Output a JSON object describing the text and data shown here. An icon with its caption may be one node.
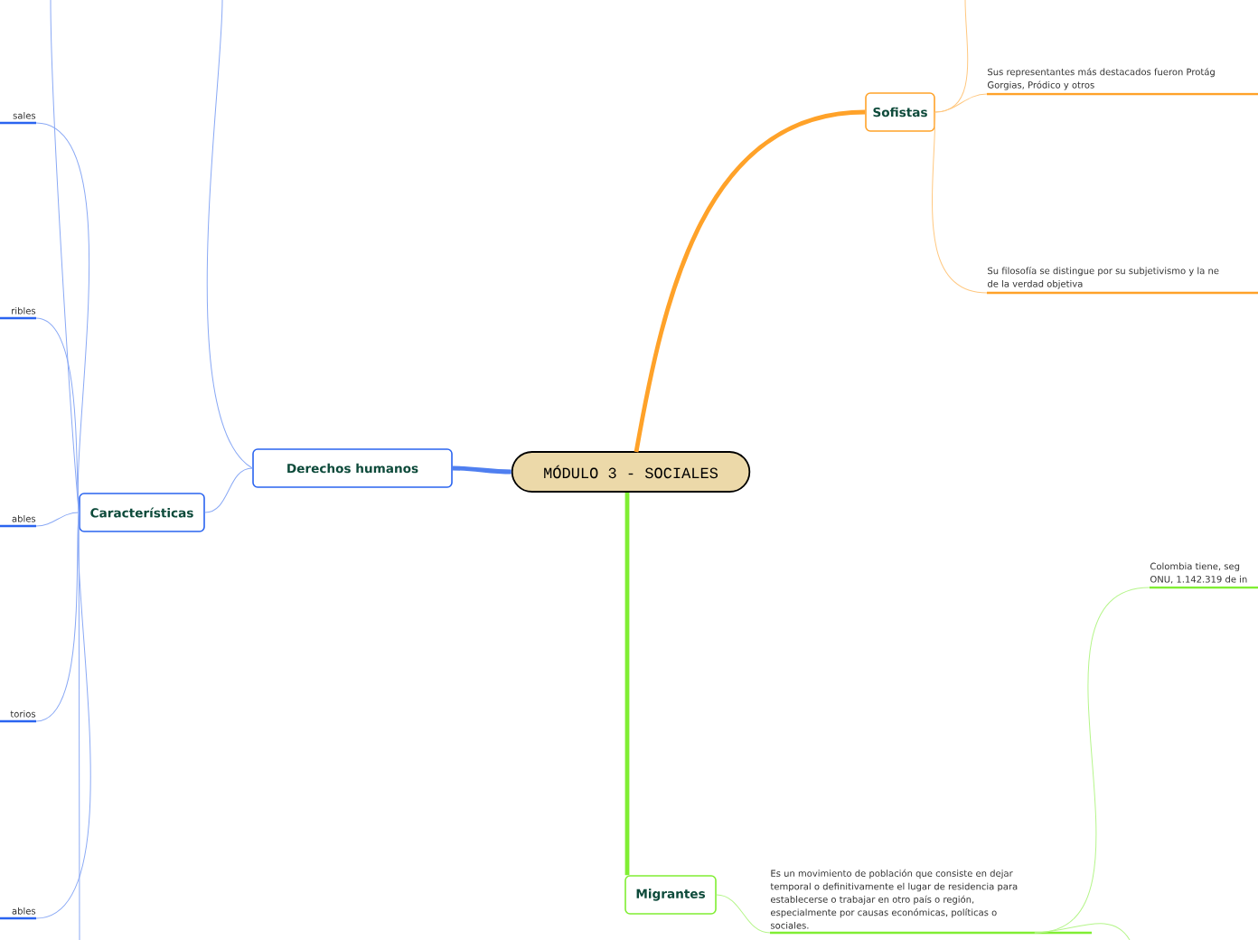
{
  "diagram": {
    "nodes": [
      {
        "text": [
          "MÓDULO 3 - SOCIALES"
        ]
      },
      {
        "text": [
          "Sofistas"
        ]
      },
      {
        "text": [
          "Sus representantes más destacados fueron Protág Gorgias, Pródico y otros"
        ]
      },
      {
        "text": [
          "Su filosofía se distingue por su subjetivismo y la ne de la verdad objetiva"
        ]
      },
      {
        "text": [
          "Derechos humanos"
        ]
      },
      {
        "text": [
          "Características"
        ]
      },
      {
        "text": [
          "sales"
        ]
      },
      {
        "text": [
          "ribles"
        ]
      },
      {
        "text": [
          "ables"
        ]
      },
      {
        "text": [
          "torios"
        ]
      },
      {
        "text": [
          "ables"
        ]
      },
      {
        "text": [
          "Migrantes"
        ]
      },
      {
        "text": [
          "Es un movimiento de población que consiste en dejar temporal o definitivamente el lugar de residencia para establecerse o trabajar en otro país o región, especialmente por causas económicas, políticas o sociales."
        ]
      },
      {
        "text": [
          "Colombia tiene, seg ONU, 1.142.319 de in"
        ]
      }
    ],
    "edges": [
      {
        "from": 0,
        "to": 1,
        "arrow": "none",
        "style": "thick",
        "color": "#ffa229"
      },
      {
        "from": 1,
        "to": null,
        "arrow": "none",
        "color": "#ffc880"
      },
      {
        "from": 1,
        "to": 2,
        "arrow": "none",
        "color": "#ffc880"
      },
      {
        "from": 1,
        "to": 3,
        "arrow": "none",
        "color": "#ffc880"
      },
      {
        "from": 0,
        "to": 4,
        "arrow": "none",
        "style": "thick",
        "color": "#4f7ff0"
      },
      {
        "from": 4,
        "to": null,
        "arrow": "none",
        "color": "#8aa9f5"
      },
      {
        "from": 4,
        "to": 5,
        "arrow": "none",
        "color": "#8aa9f5"
      },
      {
        "from": 5,
        "to": 6,
        "arrow": "none",
        "color": "#8aa9f5"
      },
      {
        "from": 5,
        "to": 7,
        "arrow": "none",
        "color": "#8aa9f5"
      },
      {
        "from": 5,
        "to": 8,
        "arrow": "none",
        "color": "#8aa9f5"
      },
      {
        "from": 5,
        "to": 9,
        "arrow": "none",
        "color": "#8aa9f5"
      },
      {
        "from": 5,
        "to": 10,
        "arrow": "none",
        "color": "#8aa9f5"
      },
      {
        "from": 5,
        "to": null,
        "arrow": "none",
        "color": "#8aa9f5"
      },
      {
        "from": 5,
        "to": null,
        "arrow": "none",
        "color": "#8aa9f5"
      },
      {
        "from": 0,
        "to": 11,
        "arrow": "none",
        "style": "thick",
        "color": "#80ee33"
      },
      {
        "from": 11,
        "to": 12,
        "arrow": "none",
        "color": "#b5f58a"
      },
      {
        "from": 12,
        "to": 13,
        "arrow": "none",
        "color": "#b5f58a"
      },
      {
        "from": 12,
        "to": null,
        "arrow": "none",
        "color": "#b5f58a"
      }
    ]
  }
}
